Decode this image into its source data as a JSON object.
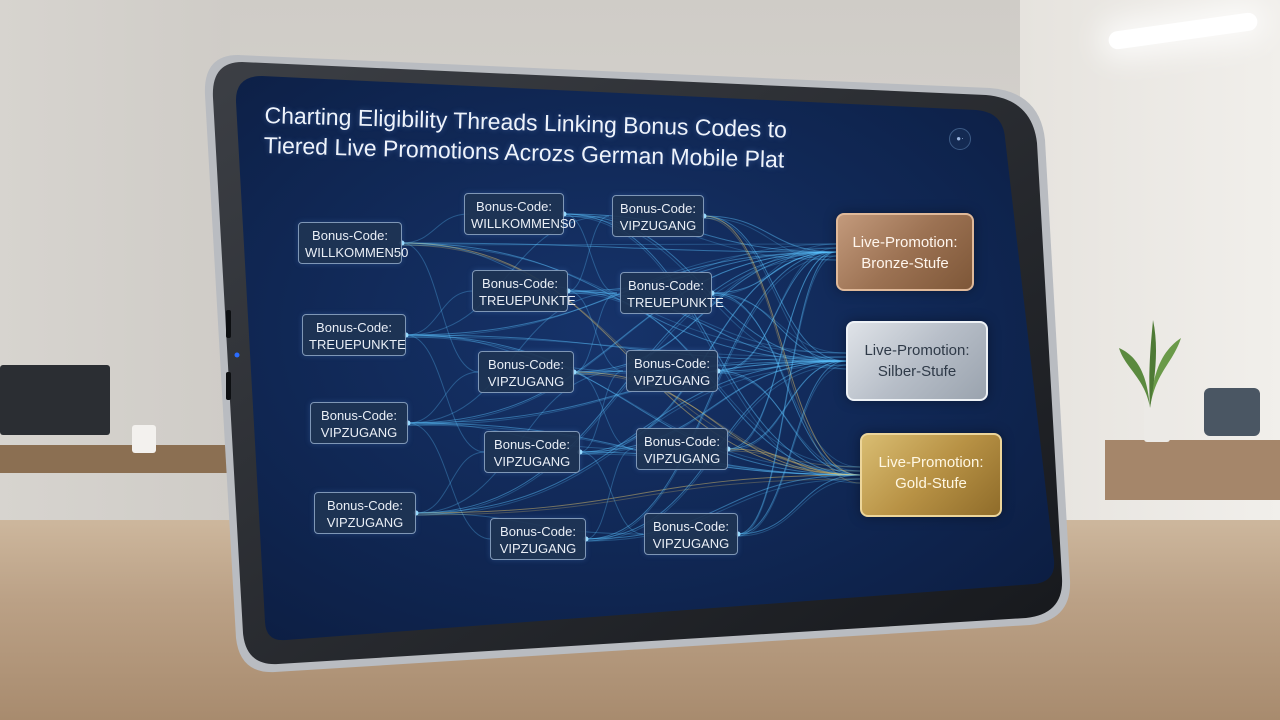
{
  "diagram": {
    "title_line1": "Charting Eligibility Threads Linking Bonus Codes to",
    "title_line2": "Tiered Live Promotions Acrozs German Mobile Plat",
    "menu_glyph": "●·",
    "label_prefix": "Bonus-Code:",
    "codes": [
      "WILLKOMMEN50",
      "TREUEPUNKTE",
      "VIPZUGANG",
      "VIPZUGANG",
      "WILLKOMMENS0",
      "TREUEPUNKTE",
      "VIPZUGANG",
      "VIPZUGANG",
      "VIPZUGANG",
      "VIPZUGANG",
      "TREUEPUNKTE",
      "VIPZUGANG",
      "VIPZUGANG",
      "VIPZUGANG"
    ],
    "tiers": [
      {
        "line1": "Live-Promotion:",
        "line2": "Bronze-Stufe"
      },
      {
        "line1": "Live-Promotion:",
        "line2": "Silber-Stufe"
      },
      {
        "line1": "Live-Promotion:",
        "line2": "Gold-Stufe"
      }
    ]
  },
  "colors": {
    "thread_blue": "#5cc4ff",
    "thread_gold": "#f2cf6b",
    "screen_bg": "#0f2550"
  }
}
